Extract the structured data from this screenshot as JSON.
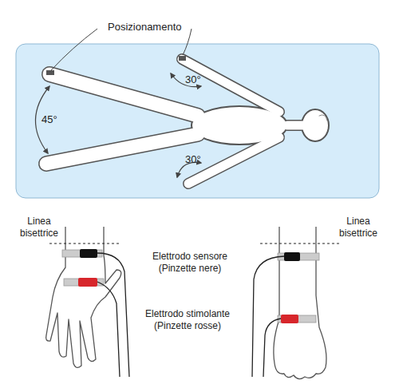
{
  "diagram": {
    "labels": [
      "Posizionamento",
      "45°",
      "30°",
      "30°",
      "Linea bisettrice",
      "Elettrodo sensore (Pinzette nere)",
      "Elettrodo stimolante (Pinzette rosse)",
      "Linea bisettrice"
    ]
  }
}
